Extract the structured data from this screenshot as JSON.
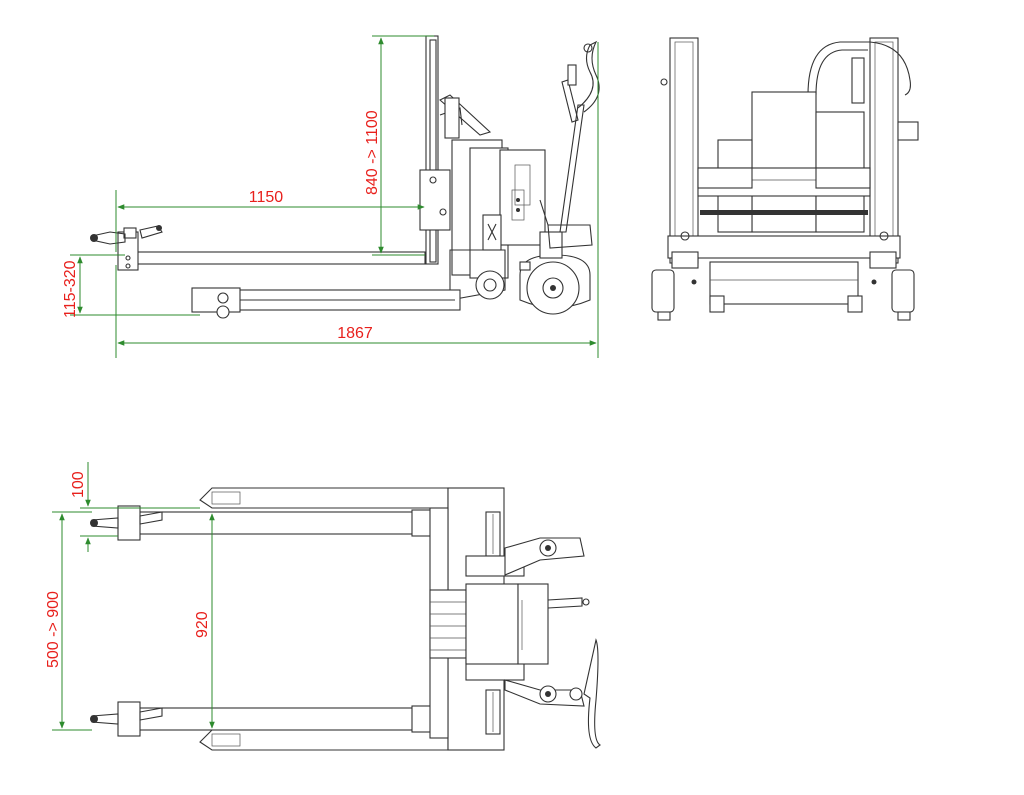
{
  "colors": {
    "dimension_line": "#2e8b2e",
    "dimension_text": "#e8201c",
    "outline": "#333333"
  },
  "dimensions": {
    "side_fork_length": "1150",
    "side_mast_height": "840 -> 1100",
    "side_fork_height": "115-320",
    "side_overall_length": "1867",
    "top_fork_offset": "100",
    "top_fork_spread": "500 -> 900",
    "top_leg_span": "920"
  }
}
